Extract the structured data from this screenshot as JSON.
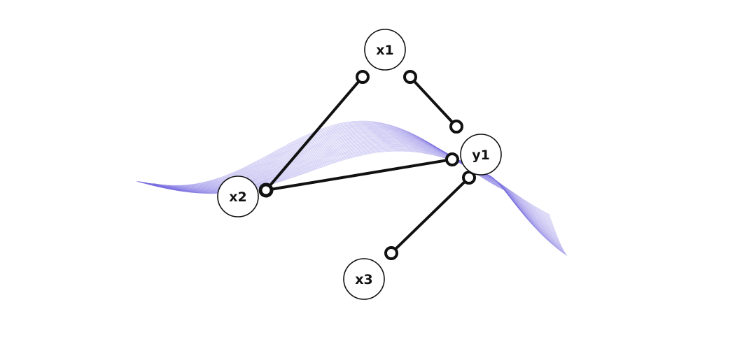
{
  "diagram": {
    "nodes": [
      {
        "id": "x1",
        "label": "x1"
      },
      {
        "id": "x2",
        "label": "x2"
      },
      {
        "id": "x3",
        "label": "x3"
      },
      {
        "id": "y1",
        "label": "y1"
      }
    ],
    "edges": [
      {
        "from": "x2",
        "to": "x1",
        "style": "solid"
      },
      {
        "from": "x1",
        "to": "y1",
        "style": "solid"
      },
      {
        "from": "x2",
        "to": "y1",
        "style": "solid"
      },
      {
        "from": "x3",
        "to": "y1",
        "style": "solid"
      }
    ]
  },
  "colors": {
    "background": "#ffffff",
    "edge": "#111111",
    "node_stroke": "#111111",
    "wave": "#7b6fe0"
  }
}
